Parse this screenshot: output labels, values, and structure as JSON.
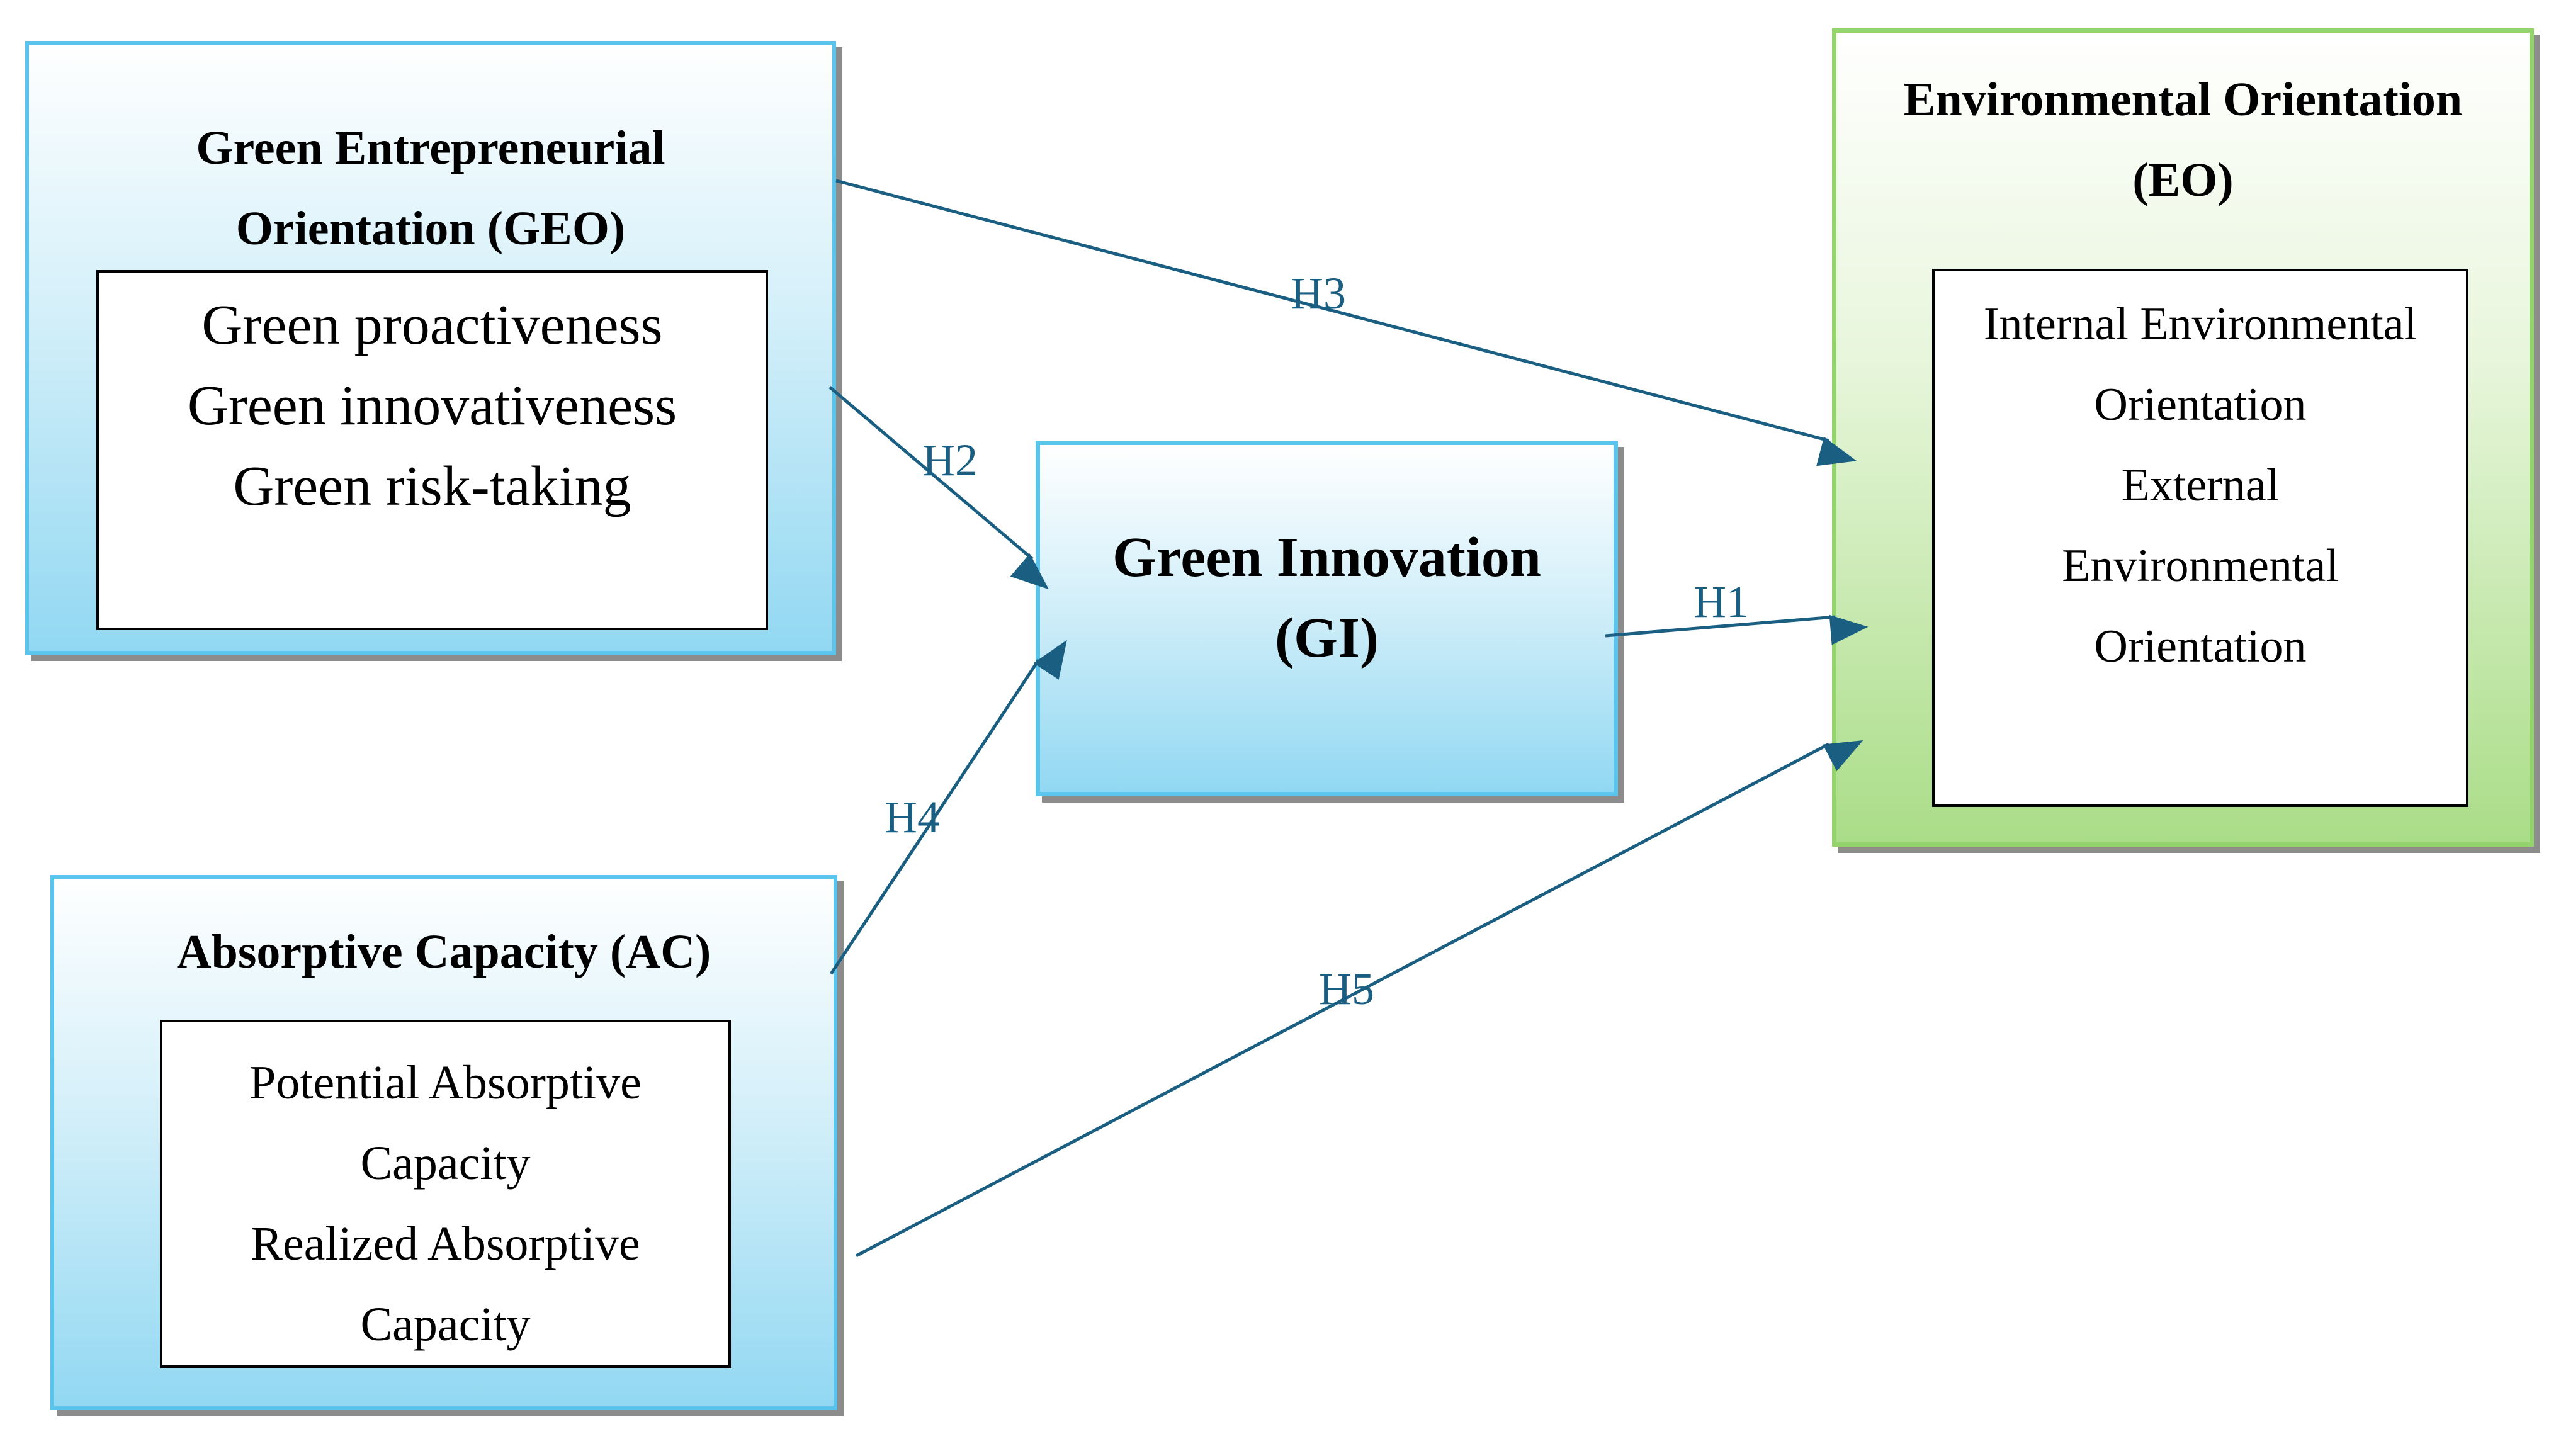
{
  "constructs": {
    "geo": {
      "title": [
        "Green Entrepreneurial",
        "Orientation (GEO)"
      ],
      "items": [
        "Green proactiveness",
        "Green innovativeness",
        "Green risk-taking"
      ]
    },
    "ac": {
      "title": [
        "Absorptive Capacity (AC)"
      ],
      "items": [
        "Potential Absorptive",
        "Capacity",
        "Realized Absorptive",
        "Capacity"
      ]
    },
    "gi": {
      "title": [
        "Green Innovation",
        "(GI)"
      ]
    },
    "eo": {
      "title": [
        "Environmental Orientation",
        "(EO)"
      ],
      "items": [
        "Internal Environmental",
        "Orientation",
        "External",
        "Environmental",
        "Orientation"
      ]
    }
  },
  "hypotheses": [
    {
      "label": "H1",
      "from": "Green Innovation (GI)",
      "to": "Environmental Orientation (EO)"
    },
    {
      "label": "H2",
      "from": "Green Entrepreneurial Orientation (GEO)",
      "to": "Green Innovation (GI)"
    },
    {
      "label": "H3",
      "from": "Green Entrepreneurial Orientation (GEO)",
      "to": "Environmental Orientation (EO)"
    },
    {
      "label": "H4",
      "from": "Absorptive Capacity (AC)",
      "to": "Green Innovation (GI)"
    },
    {
      "label": "H5",
      "from": "Absorptive Capacity (AC)",
      "to": "Environmental Orientation (EO)"
    }
  ],
  "colors": {
    "arrow": "#1a5f82",
    "blue_border": "#5bc4ec",
    "green_border": "#94d46c"
  }
}
